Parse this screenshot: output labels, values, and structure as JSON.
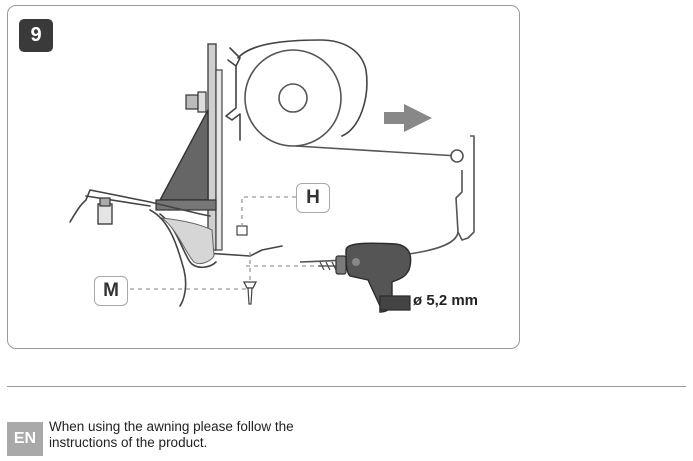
{
  "step": {
    "number": "9"
  },
  "callouts": {
    "h": "H",
    "m": "M"
  },
  "drill": {
    "size": "ø 5,2 mm"
  },
  "icons": [
    "arrow-right-icon",
    "drill-icon",
    "screw-icon",
    "bolt-icon"
  ],
  "footer": {
    "language": "EN",
    "note_lines": [
      "When using the awning please follow the",
      "instructions of the product."
    ]
  }
}
